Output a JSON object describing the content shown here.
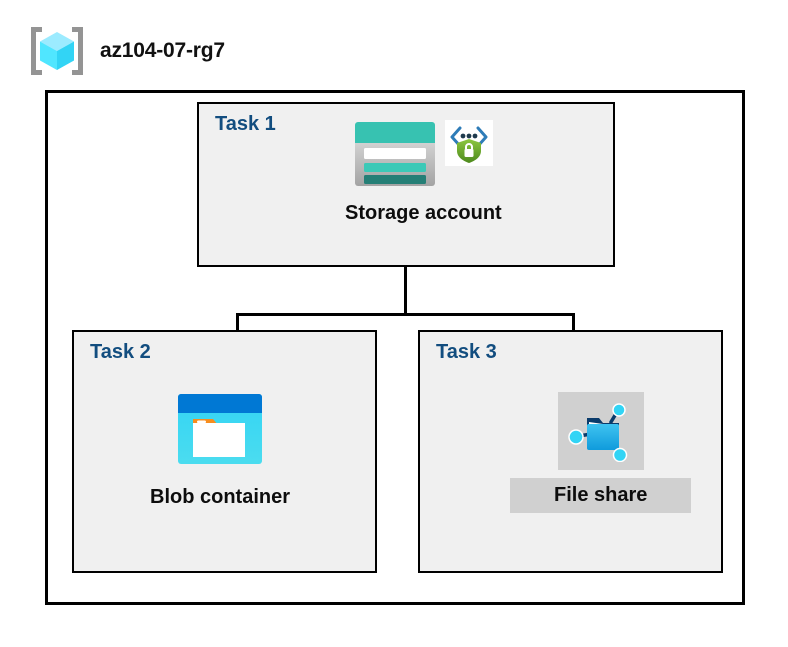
{
  "diagram": {
    "resource_group": {
      "name": "az104-07-rg7",
      "icon": "resource-group-cube-icon"
    },
    "colors": {
      "task_label": "#124D7F",
      "box_border": "#000000",
      "task_fill": "#F0F0F0",
      "outer_fill": "#FFFFFF",
      "highlight": "#D0D0D0",
      "storage_teal": "#37C2B1",
      "storage_teal_dark": "#257F76",
      "blob_blue": "#0078D4",
      "blob_cyan": "#32D4F5",
      "blob_orange": "#F78D1E",
      "fileshare_blue": "#32B0E7",
      "fileshare_navy": "#0A3B6B",
      "shield_green": "#7FBA00",
      "cube_cyan": "#50E6FF",
      "bracket_gray": "#949494"
    },
    "tasks": [
      {
        "label": "Task 1",
        "node": {
          "caption": "Storage account",
          "icon": "storage-account-icon",
          "badge_icon": "secure-transfer-shield-lock-icon",
          "highlighted": false
        }
      },
      {
        "label": "Task 2",
        "node": {
          "caption": "Blob container",
          "icon": "blob-container-icon",
          "badge_icon": null,
          "highlighted": false
        }
      },
      {
        "label": "Task 3",
        "node": {
          "caption": "File share",
          "icon": "file-share-icon",
          "badge_icon": null,
          "highlighted": true
        }
      }
    ],
    "connectors": [
      {
        "name": "storage-to-bus-trunk",
        "from": "Storage account",
        "to": "branch-bus"
      },
      {
        "name": "bus-to-blob-container",
        "from": "branch-bus",
        "to": "Blob container"
      },
      {
        "name": "bus-to-file-share",
        "from": "branch-bus",
        "to": "File share"
      }
    ]
  }
}
